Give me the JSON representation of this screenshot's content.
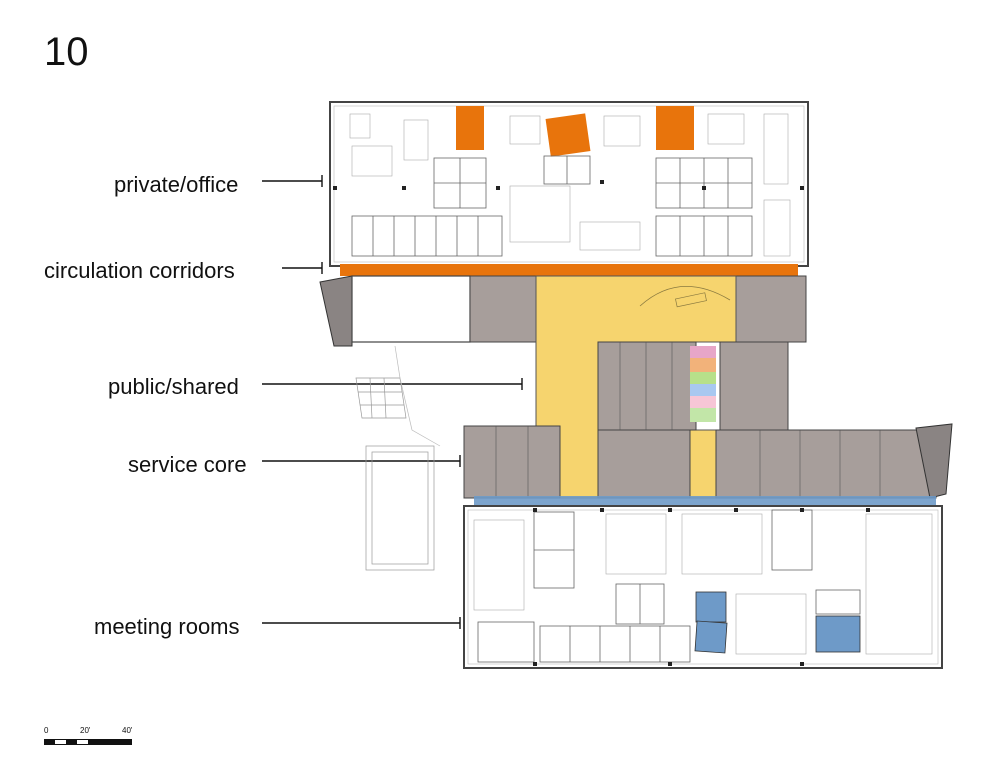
{
  "page_number": "10",
  "legend": {
    "private_office": "private/office",
    "circulation_corridors": "circulation corridors",
    "public_shared": "public/shared",
    "service_core": "service core",
    "meeting_rooms": "meeting rooms"
  },
  "zone_colors": {
    "private_office": "#ffffff",
    "circulation_corridors": "#e8740c",
    "public_shared": "#f6d46e",
    "service_core": "#a79e9b",
    "meeting_rooms": "#6e9ac8",
    "highlight_meeting_orange": "#e8740c"
  },
  "scale": {
    "labels": [
      "0",
      "20'",
      "40'"
    ]
  }
}
